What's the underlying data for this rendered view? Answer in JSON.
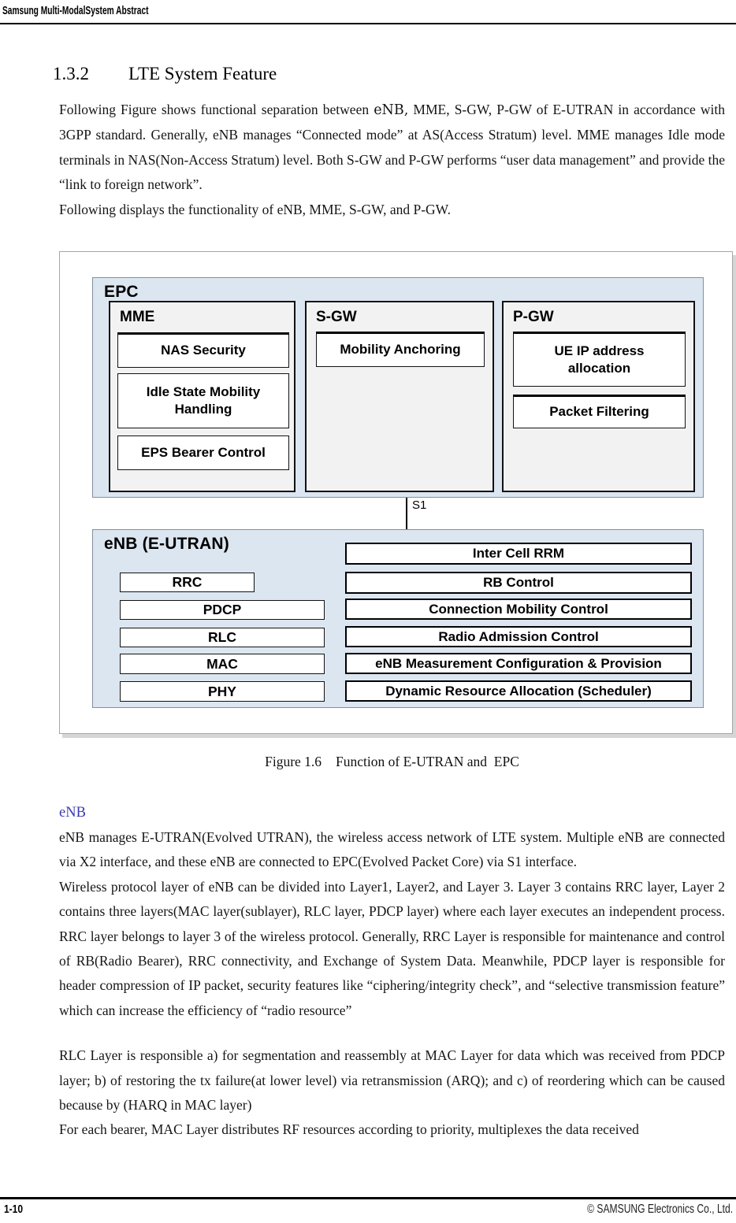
{
  "header": {
    "title": "Samsung Multi-ModalSystem Abstract"
  },
  "section": {
    "number": "1.3.2",
    "title": "LTE System Feature"
  },
  "intro": {
    "p1_pre": "Following Figure shows functional separation between ",
    "p1_enb": "eNB,",
    "p1_post": " MME, S-GW, P-GW of E-UTRAN in accordance with 3GPP standard. Generally, eNB manages “Connected mode” at AS(Access Stratum) level. MME manages Idle mode terminals in NAS(Non-Access Stratum) level. Both S-GW and P-GW performs “user data management” and provide the “link to foreign network”.",
    "p2": "Following displays the functionality of eNB, MME, S-GW, and P-GW."
  },
  "figure": {
    "epc": {
      "label": "EPC",
      "mme": {
        "label": "MME",
        "items": [
          "NAS Security",
          "Idle State Mobility Handling",
          "EPS Bearer Control"
        ]
      },
      "sgw": {
        "label": "S-GW",
        "items": [
          "Mobility Anchoring"
        ]
      },
      "pgw": {
        "label": "P-GW",
        "items": [
          "UE IP address allocation",
          "Packet Filtering"
        ]
      }
    },
    "s1_label": "S1",
    "enb": {
      "label": "eNB (E-UTRAN)",
      "stack": [
        "RRC",
        "PDCP",
        "RLC",
        "MAC",
        "PHY"
      ],
      "functions": [
        "Inter Cell RRM",
        "RB Control",
        "Connection Mobility Control",
        "Radio Admission Control",
        "eNB Measurement Configuration & Provision",
        "Dynamic Resource Allocation (Scheduler)"
      ]
    },
    "caption_label": "Figure 1.6",
    "caption_text": "Function of E-UTRAN and  EPC"
  },
  "enb_section": {
    "heading": "eNB",
    "p1": "eNB manages E-UTRAN(Evolved UTRAN), the wireless access network of LTE system. Multiple eNB are connected via X2 interface, and these eNB are connected to EPC(Evolved Packet Core) via S1 interface.",
    "p2": "Wireless protocol layer of eNB can be divided into Layer1, Layer2, and Layer 3. Layer 3 contains RRC layer, Layer 2 contains three layers(MAC layer(sublayer), RLC layer, PDCP layer) where each layer executes an independent process. RRC layer belongs to layer 3 of the wireless protocol. Generally, RRC Layer is responsible for maintenance and control of RB(Radio Bearer), RRC connectivity, and Exchange of System Data. Meanwhile, PDCP layer is responsible for header compression of IP packet, security features like “ciphering/integrity check”, and “selective transmission feature” which can increase the efficiency of “radio resource”",
    "p3": "RLC Layer is responsible a) for segmentation and reassembly at MAC Layer for data which was received from PDCP layer; b) of restoring the tx failure(at lower level) via retransmission (ARQ); and c) of reordering which can be caused because by (HARQ in MAC layer)",
    "p4": "For each bearer, MAC Layer distributes RF resources according to priority, multiplexes the data received"
  },
  "footer": {
    "page": "1-10",
    "copyright": "© SAMSUNG Electronics Co., Ltd."
  },
  "colors": {
    "diagram_fill": "#dce6f1",
    "panel_fill": "#f2f2f2",
    "accent_heading": "#3b3bb0"
  }
}
